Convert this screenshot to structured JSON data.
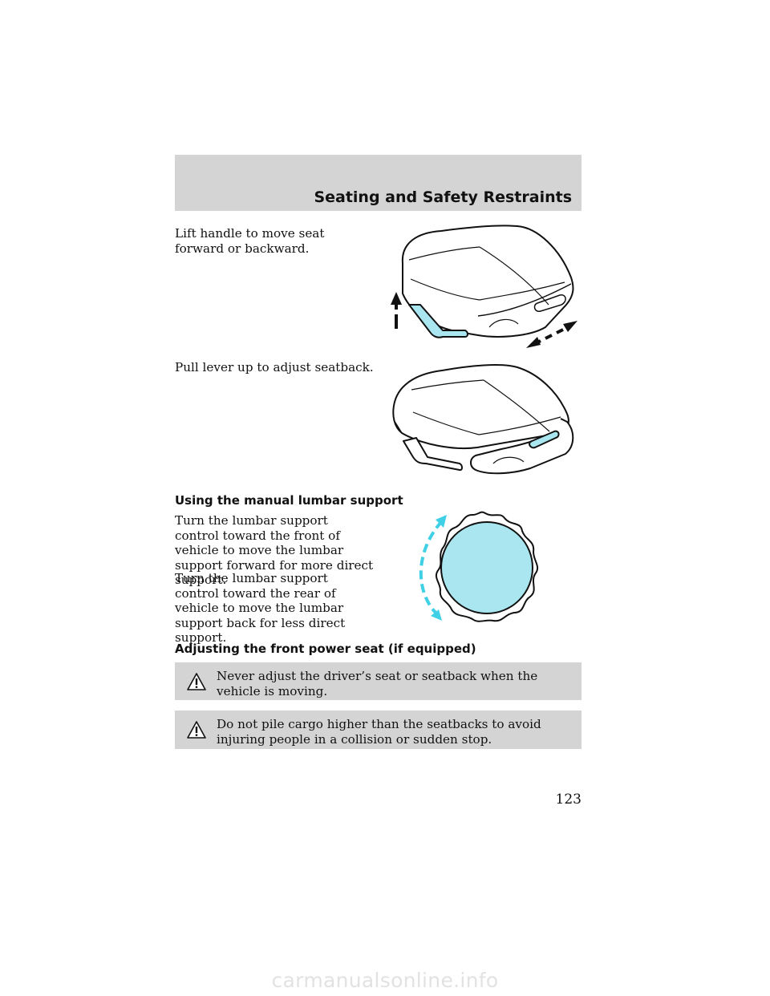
{
  "header": {
    "title": "Seating and Safety Restraints"
  },
  "sections": {
    "seat_forward": "Lift handle to move seat forward or backward.",
    "seatback": "Pull lever up to adjust seatback.",
    "lumbar_heading": "Using the manual lumbar support",
    "lumbar_forward": "Turn the lumbar support control toward the front of vehicle to move the lumbar support forward for more direct support.",
    "lumbar_back": "Turn the lumbar support control toward the rear of vehicle to move the lumbar support back for less direct support.",
    "power_seat_heading": "Adjusting the front power seat (if equipped)"
  },
  "warnings": [
    {
      "text": "Never adjust the driver’s seat or seatback when the vehicle is moving."
    },
    {
      "text": "Do not pile cargo higher than the seatbacks to avoid injuring people in a collision or sudden stop."
    }
  ],
  "page_number": "123",
  "watermark": "carmanualsonline.info",
  "colors": {
    "accent_cyan": "#a9e6ef",
    "arrow_cyan": "#3fd0e6",
    "box_gray": "#d4d4d4"
  }
}
